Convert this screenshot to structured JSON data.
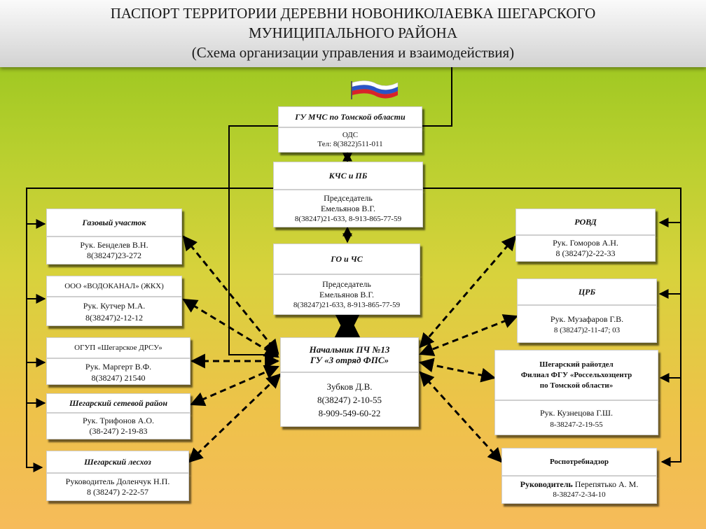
{
  "title": {
    "line1": "ПАСПОРТ ТЕРРИТОРИИ ДЕРЕВНИ НОВОНИКОЛАЕВКА ШЕГАРСКОГО",
    "line2": "МУНИЦИПАЛЬНОГО РАЙОНА",
    "line3": "(Схема организации управления и взаимодействия)"
  },
  "flag_icon": "russian-flag-icon",
  "colors": {
    "background_top": "#8ec319",
    "background_bottom": "#f6bb5a",
    "box": "#ffffff",
    "line": "#000000"
  },
  "center": {
    "mchs": {
      "title": "ГУ  МЧС по Томской области",
      "ods": "ОДС",
      "phone": "Тел: 8(3822)511-011"
    },
    "kchs": {
      "title": "КЧС и ПБ",
      "role": "Председатель",
      "name": "Емельянов В.Г.",
      "phone": "8(38247)21-633, 8-913-865-77-59"
    },
    "go": {
      "title": "ГО и ЧС",
      "role": "Председатель",
      "name": "Емельянов В.Г.",
      "phone": "8(38247)21-633, 8-913-865-77-59"
    },
    "pch": {
      "title1": "Начальник ПЧ №13",
      "title2": "ГУ «3 отряд ФПС»",
      "name": "Зубков Д.В.",
      "phone1": "8(38247) 2-10-55",
      "phone2": "8-909-549-60-22"
    }
  },
  "left": {
    "gas": {
      "title": "Газовый участок",
      "head": "Рук. Бенделев В.Н.",
      "phone": "8(38247)23-272"
    },
    "vodokanal": {
      "title": "ООО «ВОДОКАНАЛ» (ЖКХ)",
      "head": "Рук.  Кутчер М.А.",
      "phone": "8(38247)2-12-12"
    },
    "drsu": {
      "title": "ОГУП «Шегарское ДРСУ»",
      "head": "Рук. Маргерт В.Ф.",
      "phone": "8(38247) 21540"
    },
    "grid": {
      "title": "Шегарский сетевой район",
      "head": "Рук. Трифонов А.О.",
      "phone": "(38-247) 2-19-83"
    },
    "forestry": {
      "title": "Шегарский лесхоз",
      "head": "Руководитель  Доленчук Н.П.",
      "phone": "8 (38247) 2-22-57"
    }
  },
  "right": {
    "rovd": {
      "title": "РОВД",
      "head": "Рук. Гоморов А.Н.",
      "phone": "8 (38247)2-22-33"
    },
    "crb": {
      "title": "ЦРБ",
      "head": "Рук. Музафаров Г.В.",
      "phone": "8 (38247)2-11-47; 03"
    },
    "rayotdel": {
      "line1": "Шегарский райотдел",
      "line2": "Филиал ФГУ «Россельхозцентр",
      "line3": "по Томской области»",
      "head": "Рук. Кузнецова Г.Ш.",
      "phone": "8-38247-2-19-55"
    },
    "rospotreb": {
      "title": "Роспотребнадзор",
      "head_label": "Руководитель",
      "head_name": "Перепятько А. М.",
      "phone": "8-38247-2-34-10"
    }
  }
}
